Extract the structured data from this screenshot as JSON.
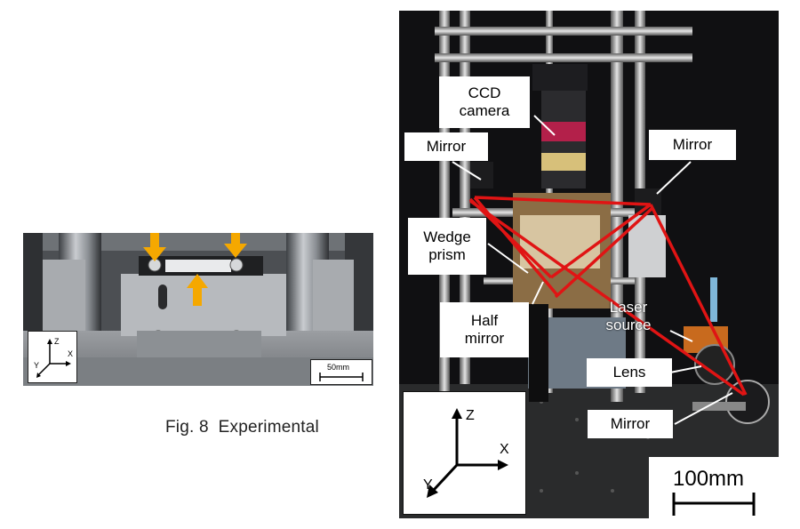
{
  "left_photo": {
    "axis_labels": {
      "z": "Z",
      "x": "X",
      "y": "Y"
    },
    "scale_label": "50mm"
  },
  "caption": "Fig. 8  Experimental",
  "right_photo": {
    "labels": {
      "ccd_camera_line1": "CCD",
      "ccd_camera_line2": "camera",
      "mirror_left": "Mirror",
      "mirror_right": "Mirror",
      "wedge_prism_line1": "Wedge",
      "wedge_prism_line2": "prism",
      "half_mirror_line1": "Half",
      "half_mirror_line2": "mirror",
      "laser_source_line1": "Laser",
      "laser_source_line2": "source",
      "lens": "Lens",
      "mirror_bottom": "Mirror"
    },
    "axis_labels": {
      "z": "Z",
      "x": "X",
      "y": "Y"
    },
    "scale_label": "100mm"
  },
  "colors": {
    "arrow_yellow": "#f5a800",
    "laser_red": "#e01414"
  }
}
